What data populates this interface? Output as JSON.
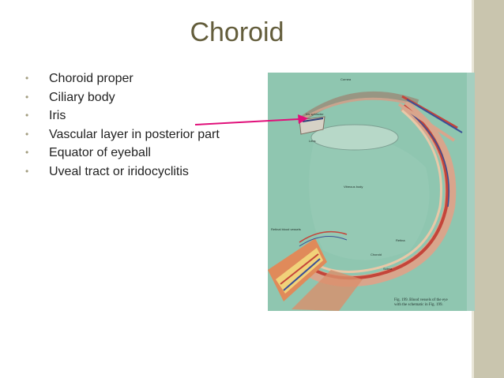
{
  "slide": {
    "title": "Choroid",
    "bullets": [
      "Choroid proper",
      "Ciliary body",
      "Iris",
      "Vascular layer in posterior part",
      "Equator of eyeball",
      "Uveal tract or iridocyclitis"
    ],
    "bullet_glyph": "•"
  },
  "figure": {
    "labels": {
      "cornea": "Cornea",
      "lens": "Lens",
      "vitreous": "Vitreous body",
      "retina": "Retina",
      "choroid": "Choroid",
      "sclera": "Sclera",
      "iris": "Iris sphincter",
      "retinal_vessels": "Retinal blood vessels"
    },
    "caption_line1": "Fig. 199.  Blood vessels of the eye",
    "caption_line2": "with the schematic in Fig. 199."
  },
  "colors": {
    "title": "#635d3b",
    "bullet": "#a49f82",
    "side_band": "#c9c5ae",
    "arrow": "#e0107a",
    "figure_bg": "#8fc6b0"
  }
}
